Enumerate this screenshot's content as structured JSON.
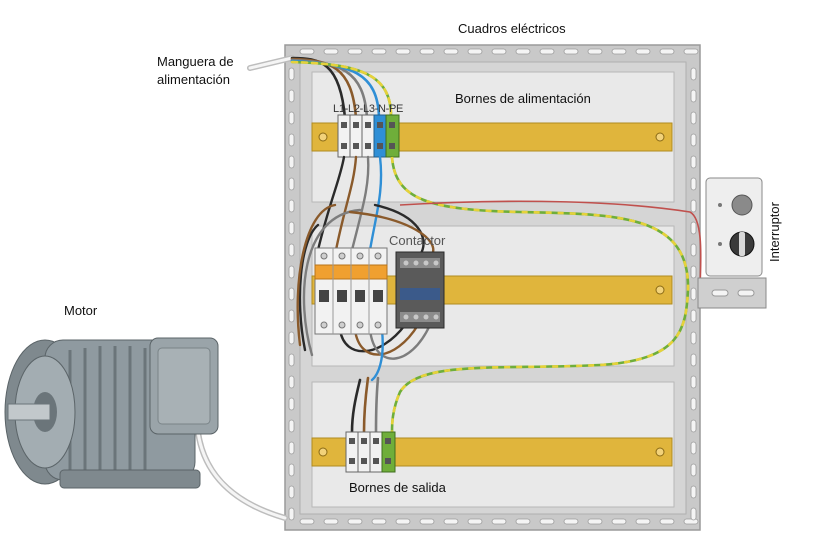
{
  "labels": {
    "title": "Cuadros eléctricos",
    "supply_hose_line1": "Manguera de",
    "supply_hose_line2": "alimentación",
    "supply_terminals": "Bornes de alimentación",
    "terminal_codes": "L1-L2-L3-N-PE",
    "contactor": "Contactor",
    "switch": "Interruptor",
    "motor": "Motor",
    "output_terminals": "Bornes de salida"
  },
  "colors": {
    "panel_frame": "#c9c9c9",
    "din_rail": "#e0b53c",
    "wire_black": "#2a2a2a",
    "wire_brown": "#8a5a2b",
    "wire_gray": "#7d7d7d",
    "wire_blue": "#2f8fd6",
    "wire_earth_green": "#6fae3a",
    "wire_earth_yellow": "#e6d23a",
    "wire_red": "#c0504d",
    "breaker_orange": "#f0a030",
    "motor_body": "#8f9aa0"
  }
}
